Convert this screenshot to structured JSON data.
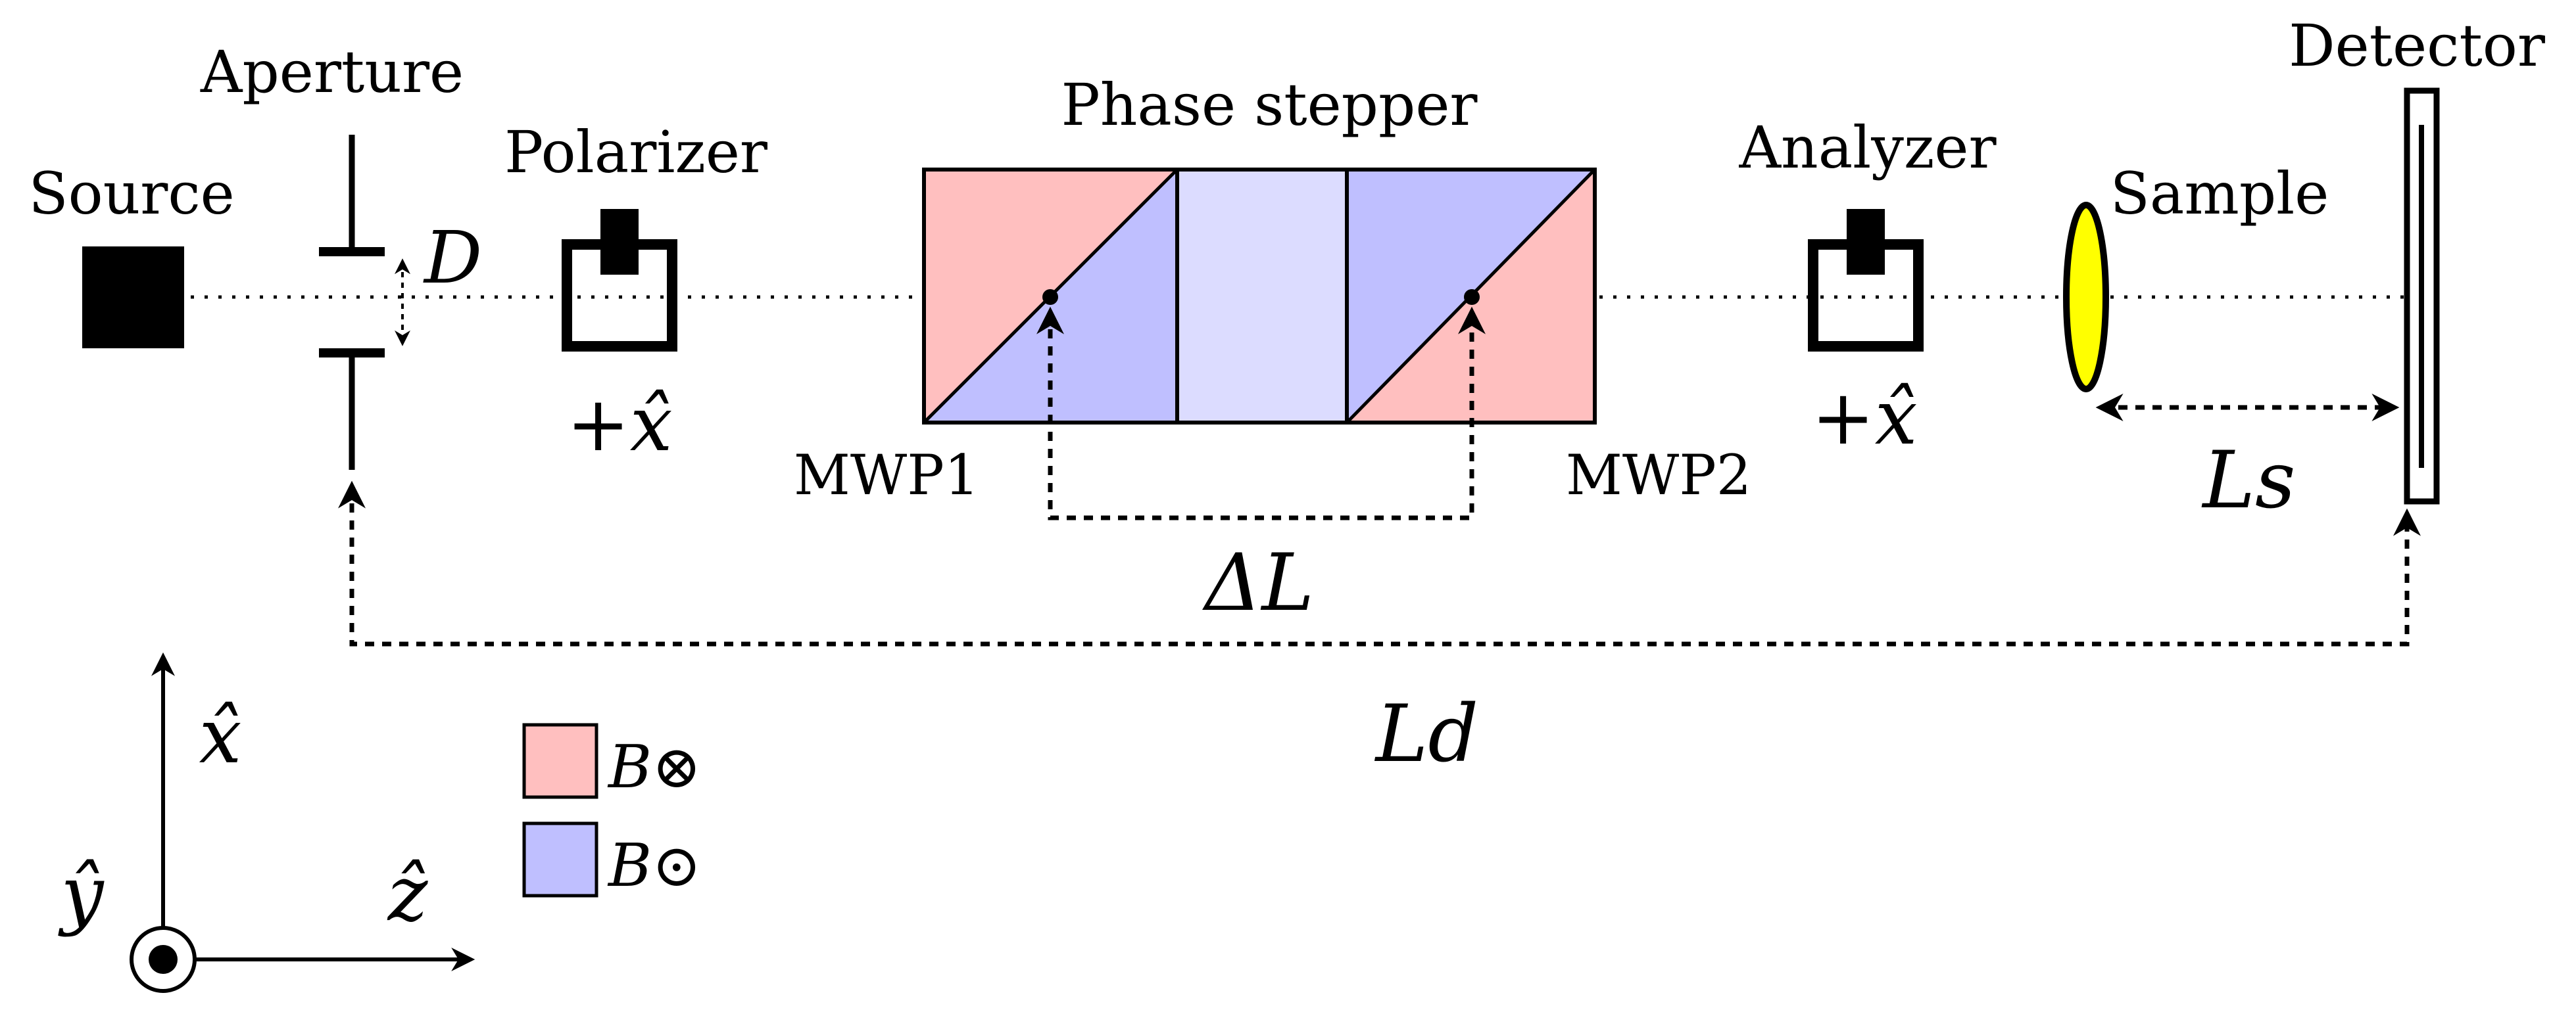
{
  "labels": {
    "source": "Source",
    "aperture": "Aperture",
    "aperture_size": "D",
    "polarizer": "Polarizer",
    "polarizer_dir": "+x̂",
    "phase_stepper": "Phase stepper",
    "mwp1": "MWP1",
    "mwp2": "MWP2",
    "delta_l": "ΔL",
    "analyzer": "Analyzer",
    "analyzer_dir": "+x̂",
    "sample": "Sample",
    "detector": "Detector",
    "ls": "Ls",
    "ld": "Ld"
  },
  "axes": {
    "x": "x̂",
    "y": "ŷ",
    "z": "ẑ"
  },
  "legend": [
    {
      "label": "B⊗",
      "color": "#ffbfbf"
    },
    {
      "label": "B⊙",
      "color": "#bfbfff"
    }
  ],
  "colors": {
    "field_into_page": "#ffbfbf",
    "field_out_of_page": "#bfbfff",
    "spacer": "#dcdcff",
    "sample": "#ffff00"
  }
}
